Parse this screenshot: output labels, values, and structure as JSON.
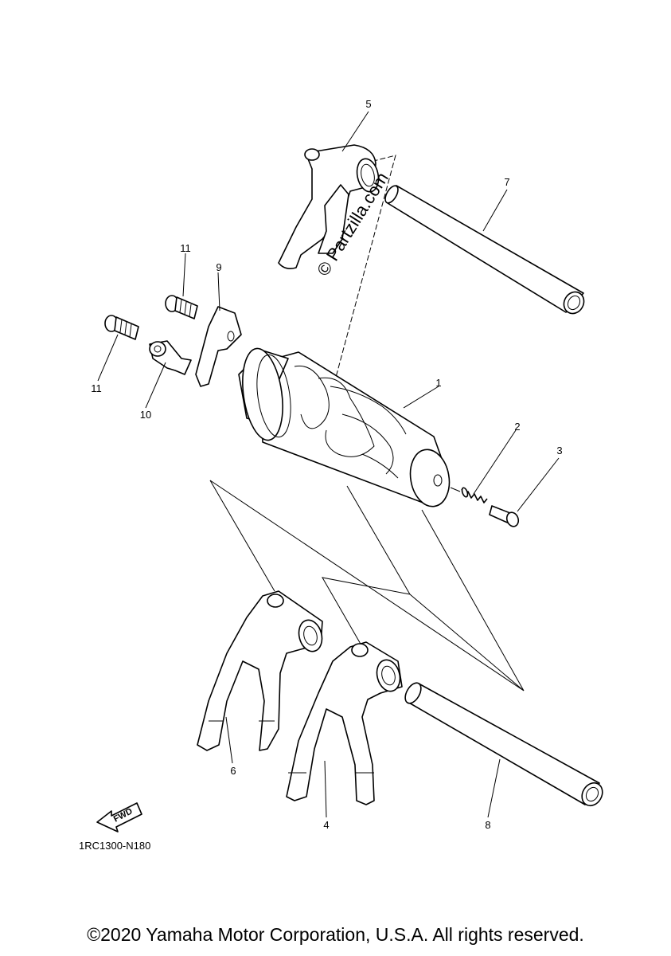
{
  "diagram": {
    "callouts": [
      "1",
      "2",
      "3",
      "4",
      "5",
      "6",
      "7",
      "8",
      "9",
      "10",
      "11",
      "11"
    ],
    "figure_code": "1RC1300-N180",
    "watermark": "© Partzilla.com",
    "fwd_label": "FWD"
  },
  "footer": {
    "copyright": "©2020 Yamaha Motor Corporation, U.S.A. All rights reserved."
  }
}
